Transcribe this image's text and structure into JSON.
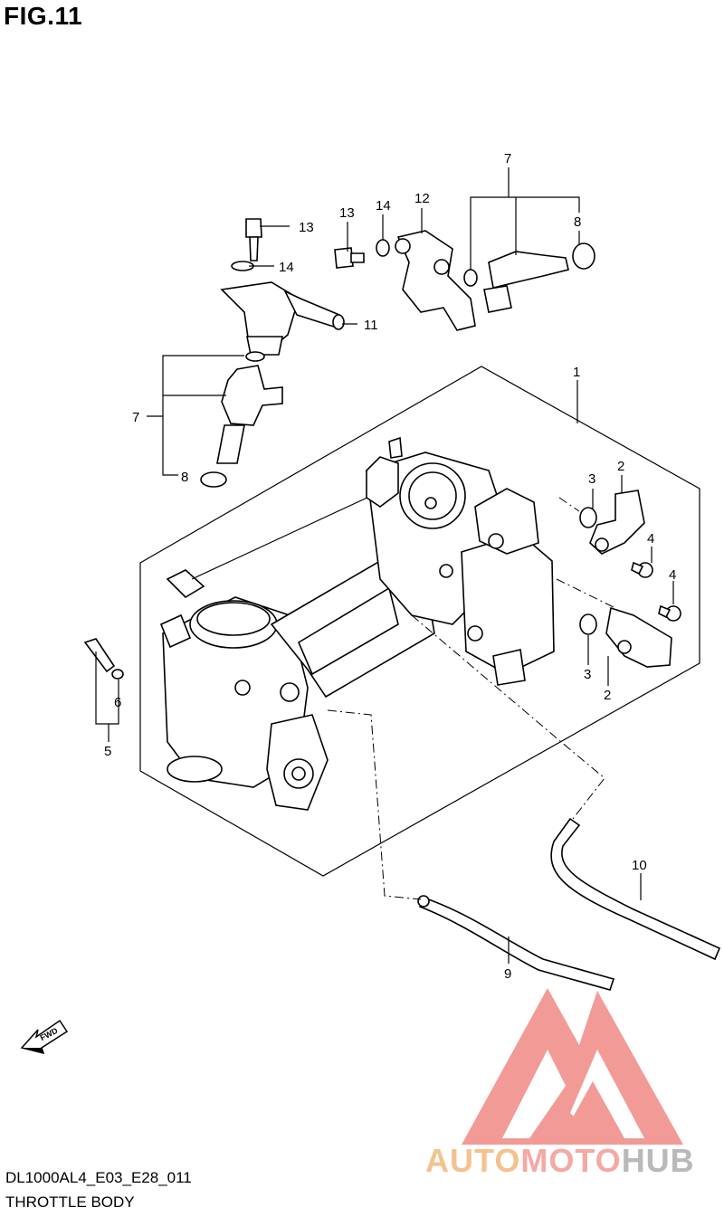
{
  "figure": {
    "title": "FIG.11",
    "model_code": "DL1000AL4_E03_E28_011",
    "section": "THROTTLE BODY"
  },
  "callouts": [
    "1",
    "2",
    "2",
    "3",
    "3",
    "4",
    "4",
    "5",
    "6",
    "7",
    "7",
    "8",
    "8",
    "9",
    "10",
    "11",
    "12",
    "13",
    "13",
    "14",
    "14"
  ],
  "fwd_arrow": {
    "label": "FWD",
    "icon": "forward-arrow-icon"
  },
  "watermark": {
    "word_1": "AUTO",
    "word_2": "MOTO",
    "word_3": "HUB",
    "colors": {
      "auto": "#f4c28e",
      "moto": "#f4a9a4",
      "hub": "#b9b9b9",
      "logo_mark": "#f08a84"
    }
  }
}
